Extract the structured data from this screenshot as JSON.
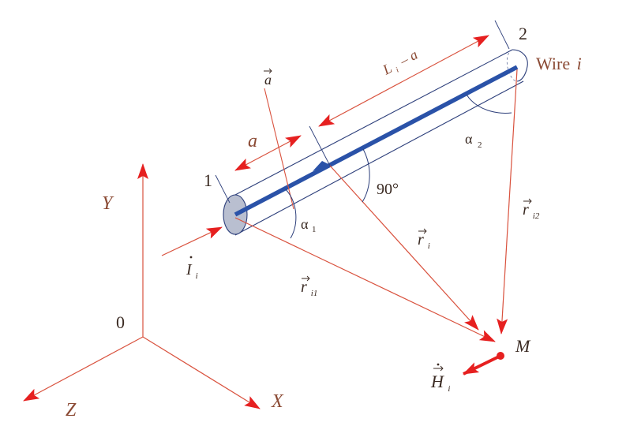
{
  "labels": {
    "point_1": "1",
    "point_2": "2",
    "wire": "Wire",
    "wire_index": "i",
    "length_a": "a",
    "length_rest": "L",
    "length_rest_sub": "i",
    "length_rest_minus": "– a",
    "vec_a": "a",
    "alpha1": "α",
    "alpha1_sub": "1",
    "alpha2": "α",
    "alpha2_sub": "2",
    "right_angle": "90°",
    "r_i": "r",
    "r_i_sub": "i",
    "r_i1": "r",
    "r_i1_sub": "i1",
    "r_i2": "r",
    "r_i2_sub": "i2",
    "current": "I",
    "current_sub": "i",
    "point_M": "M",
    "field_H": "H",
    "field_H_sub": "i",
    "axis_x": "X",
    "axis_y": "Y",
    "axis_z": "Z",
    "origin": "0"
  },
  "colors": {
    "line_red": "#d9523e",
    "arrow_red": "#e62020",
    "wire_blue": "#2a52a8",
    "label_brown": "#8b4a34",
    "cylinder_line": "#2c3e7a",
    "end_fill": "#b9bfd0"
  }
}
